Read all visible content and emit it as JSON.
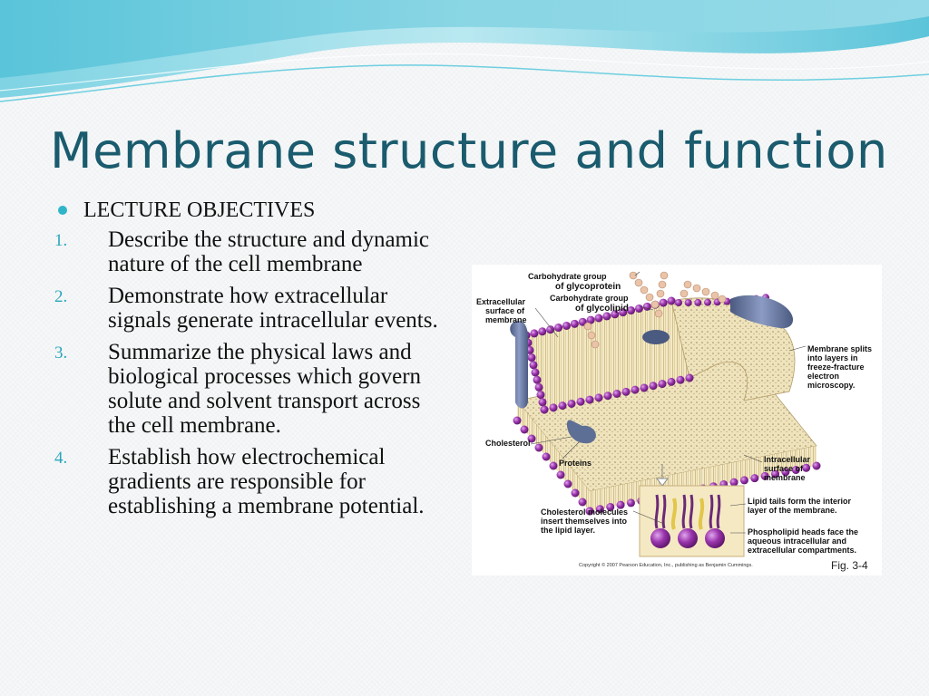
{
  "slide": {
    "title": "Membrane structure and function",
    "lead_bullet": "LECTURE OBJECTIVES",
    "objectives": [
      {
        "num": "1.",
        "text": "Describe the structure and dynamic nature of the cell membrane"
      },
      {
        "num": "2.",
        "text": "Demonstrate how extracellular signals generate intracellular events."
      },
      {
        "num": "3.",
        "text": "Summarize the physical laws and biological processes which govern solute and solvent transport across the cell membrane."
      },
      {
        "num": "4.",
        "text": "Establish how electrochemical gradients are responsible for establishing a membrane potential."
      }
    ]
  },
  "figure": {
    "labels": {
      "carb_glycoprotein_1": "Carbohydrate group",
      "carb_glycoprotein_2": "of glycoprotein",
      "carb_glycolipid_1": "Carbohydrate group",
      "carb_glycolipid_2": "of glycolipid",
      "extracellular_1": "Extracellular",
      "extracellular_2": "surface of",
      "extracellular_3": "membrane",
      "splits_1": "Membrane splits",
      "splits_2": "into layers in",
      "splits_3": "freeze-fracture",
      "splits_4": "electron",
      "splits_5": "microscopy.",
      "cholesterol": "Cholesterol",
      "proteins": "Proteins",
      "intracellular_1": "Intracellular",
      "intracellular_2": "surface of",
      "intracellular_3": "membrane",
      "chol_insert_1": "Cholesterol molecules",
      "chol_insert_2": "insert themselves into",
      "chol_insert_3": "the lipid layer.",
      "lipid_tails_1": "Lipid tails form the interior",
      "lipid_tails_2": "layer of the membrane.",
      "heads_1": "Phospholipid heads face the",
      "heads_2": "aqueous intracellular and",
      "heads_3": "extracellular compartments.",
      "copyright": "Copyright © 2007 Pearson Education, Inc., publishing as Benjamin Cummings.",
      "fig_number": "Fig. 3-4"
    },
    "colors": {
      "phospholipid_head": "#8a2a9a",
      "membrane_interior": "#e8d9a8",
      "protein": "#5e6f95",
      "title": "#1a5b6e",
      "accent": "#30b4c8"
    }
  }
}
